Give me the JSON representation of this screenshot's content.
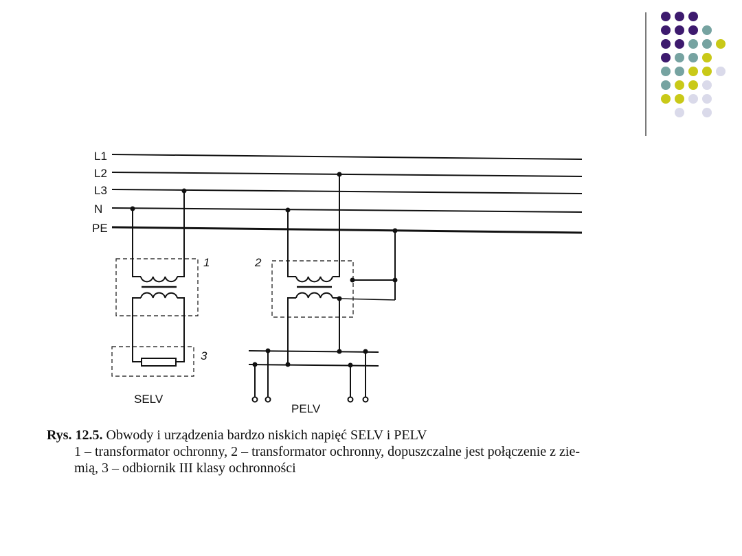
{
  "decoration": {
    "colors": {
      "purple": "#3d1a6e",
      "teal": "#76a3a1",
      "yellow": "#c9c918",
      "lavender": "#dadaea"
    },
    "dot_grid": [
      [
        "P",
        "P",
        "P",
        "",
        ""
      ],
      [
        "P",
        "P",
        "P",
        "T",
        ""
      ],
      [
        "P",
        "P",
        "T",
        "T",
        "Y"
      ],
      [
        "P",
        "T",
        "T",
        "Y",
        ""
      ],
      [
        "T",
        "T",
        "Y",
        "Y",
        "L"
      ],
      [
        "T",
        "Y",
        "Y",
        "L",
        ""
      ],
      [
        "Y",
        "Y",
        "L",
        "L",
        ""
      ],
      [
        "",
        "L",
        "",
        "L",
        ""
      ]
    ]
  },
  "diagram": {
    "lines": [
      "L1",
      "L2",
      "L3",
      "N",
      "PE"
    ],
    "labels": {
      "one": "1",
      "two": "2",
      "three": "3",
      "selv": "SELV",
      "pelv": "PELV"
    }
  },
  "caption": {
    "fig_number": "Rys. 12.5.",
    "title": "Obwody i urządzenia bardzo niskich napięć SELV i PELV",
    "line2": "1 – transformator ochronny, 2 – transformator ochronny, dopuszczalne jest połączenie z zie-",
    "line3": "mią, 3 – odbiornik III klasy ochronności"
  }
}
